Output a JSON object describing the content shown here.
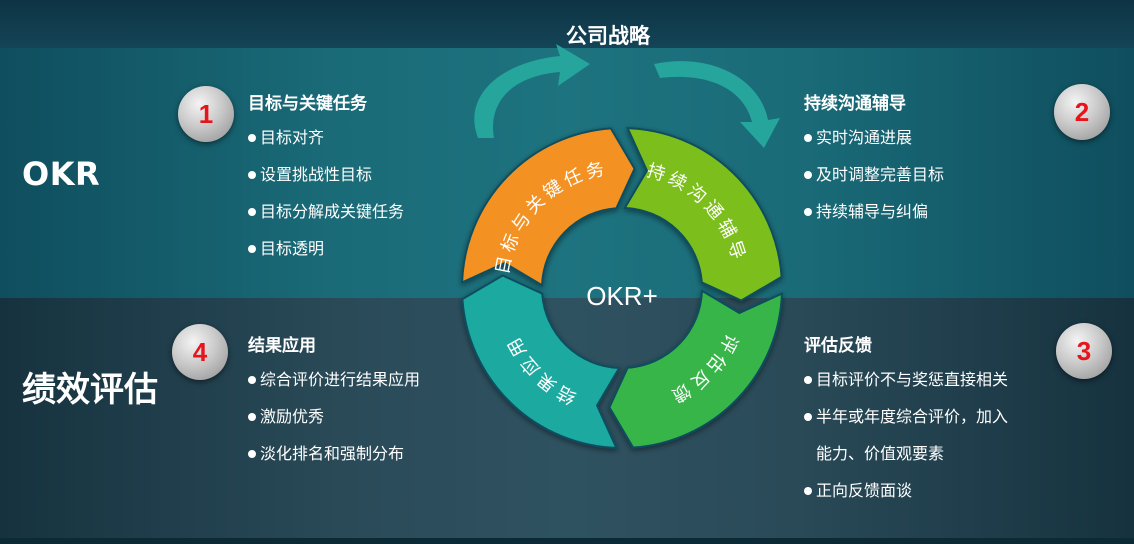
{
  "top": {
    "title": "公司战略"
  },
  "rows": {
    "okr_label": "OKR",
    "performance_label": "绩效评估"
  },
  "center_label": "OKR+",
  "cycle": {
    "segments": [
      {
        "label": "目标与关键任务",
        "color": "#f39223"
      },
      {
        "label": "持续沟通辅导",
        "color": "#7cbf1f"
      },
      {
        "label": "评估反馈",
        "color": "#38b54a"
      },
      {
        "label": "结果应用",
        "color": "#1aa9a0"
      }
    ],
    "strategy_arrow_color": "#25a59b"
  },
  "blocks": [
    {
      "number": "1",
      "heading": "目标与关键任务",
      "items": [
        {
          "text": "目标对齐"
        },
        {
          "text": "设置挑战性目标"
        },
        {
          "text": "目标分解成关键任务"
        },
        {
          "text": "目标透明"
        }
      ]
    },
    {
      "number": "2",
      "heading": "持续沟通辅导",
      "items": [
        {
          "text": "实时沟通进展"
        },
        {
          "text": "及时调整完善目标"
        },
        {
          "text": "持续辅导与纠偏"
        }
      ]
    },
    {
      "number": "3",
      "heading": "评估反馈",
      "items": [
        {
          "text": "目标评价不与奖惩直接相关"
        },
        {
          "text": "半年或年度综合评价，加入",
          "cont": "能力、价值观要素"
        },
        {
          "text": "正向反馈面谈"
        }
      ]
    },
    {
      "number": "4",
      "heading": "结果应用",
      "items": [
        {
          "text": "综合评价进行结果应用"
        },
        {
          "text": "激励优秀"
        },
        {
          "text": "淡化排名和强制分布"
        }
      ]
    }
  ]
}
